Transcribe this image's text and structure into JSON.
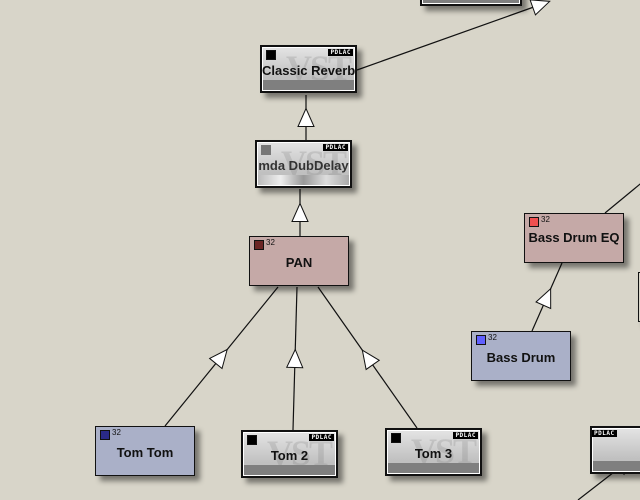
{
  "nodes": {
    "classic_reverb": {
      "label": "Classic Reverb",
      "badge": "PDLAC",
      "type": "vst",
      "color": "#000000"
    },
    "dub_delay": {
      "label": "mda DubDelay",
      "badge": "PDLAC",
      "type": "vst",
      "color": "#777777"
    },
    "pan": {
      "label": "PAN",
      "bits": "32",
      "type": "fx",
      "color": "#6b2424"
    },
    "tom_tom": {
      "label": "Tom Tom",
      "bits": "32",
      "type": "native",
      "color": "#2a2a88"
    },
    "tom_2": {
      "label": "Tom 2",
      "badge": "PDLAC",
      "type": "vst",
      "color": "#000000"
    },
    "tom_3": {
      "label": "Tom 3",
      "badge": "PDLAC",
      "type": "vst",
      "color": "#000000"
    },
    "bass_drum_eq": {
      "label": "Bass Drum EQ",
      "bits": "32",
      "type": "fx",
      "color": "#f05050"
    },
    "bass_drum": {
      "label": "Bass Drum",
      "bits": "32",
      "type": "native",
      "color": "#6060ff"
    },
    "partial_right_badge": "PDLAC"
  },
  "watermark": "VST"
}
